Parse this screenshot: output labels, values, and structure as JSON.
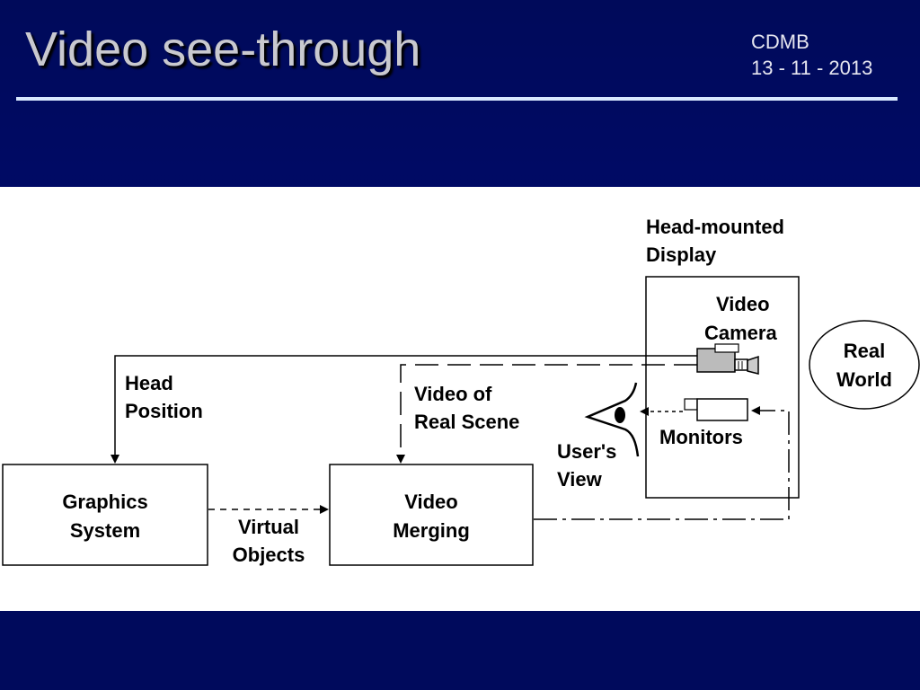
{
  "slide": {
    "title": "Video see-through",
    "author": "CDMB",
    "date": "13 - 11 - 2013"
  },
  "diagram": {
    "hmd_label": [
      "Head-mounted",
      "Display"
    ],
    "camera_label": [
      "Video",
      "Camera"
    ],
    "real_world_label": [
      "Real",
      "World"
    ],
    "monitors_label": "Monitors",
    "users_view_label": [
      "User's",
      "View"
    ],
    "video_of_real_scene_label": [
      "Video of",
      "Real Scene"
    ],
    "head_position_label": [
      "Head",
      "Position"
    ],
    "graphics_system_label": [
      "Graphics",
      "System"
    ],
    "virtual_objects_label": [
      "Virtual",
      "Objects"
    ],
    "video_merging_label": [
      "Video",
      "Merging"
    ]
  }
}
